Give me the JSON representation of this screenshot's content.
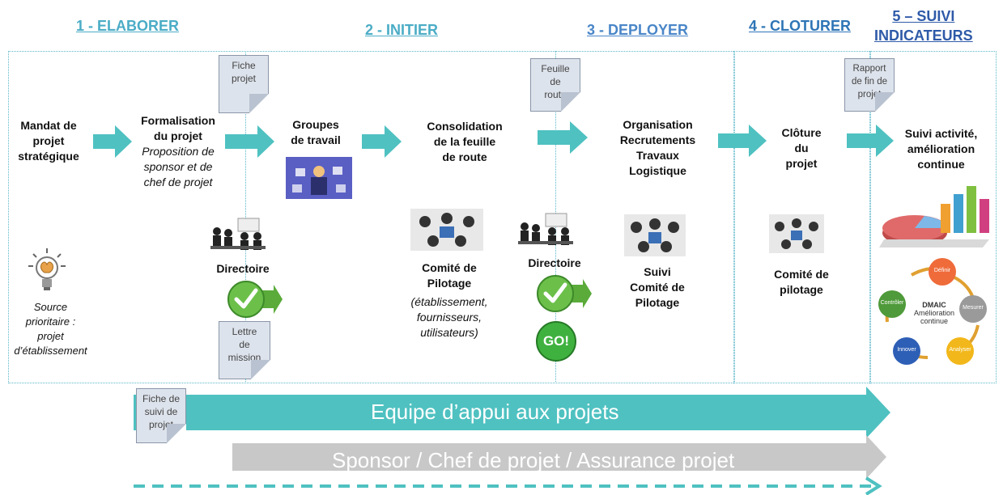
{
  "phases": [
    {
      "label": "1 - ELABORER",
      "color": "#4bacc6"
    },
    {
      "label": "2 - INITIER",
      "color": "#4bacc6"
    },
    {
      "label": "3 - DEPLOYER",
      "color": "#4a86c8"
    },
    {
      "label": "4 - CLOTURER",
      "color": "#2e75b6"
    },
    {
      "label_line1": "5 – SUIVI",
      "label_line2": "INDICATEURS",
      "color": "#2e5aa8"
    }
  ],
  "steps": {
    "mandat": [
      "Mandat de",
      "projet",
      "stratégique"
    ],
    "formalisation_bold": [
      "Formalisation",
      "du projet"
    ],
    "formalisation_italic": [
      "Proposition de",
      "sponsor et de",
      "chef de projet"
    ],
    "groupes": [
      "Groupes",
      "de travail"
    ],
    "consolidation": [
      "Consolidation",
      "de la feuille",
      "de route"
    ],
    "organisation": [
      "Organisation",
      "Recrutements",
      "Travaux",
      "Logistique"
    ],
    "cloture": [
      "Clôture",
      "du",
      "projet"
    ],
    "suivi": [
      "Suivi activité,",
      "amélioration",
      "continue"
    ]
  },
  "governance": {
    "directoire1": "Directoire",
    "comite1": [
      "Comité de",
      "Pilotage"
    ],
    "comite1_detail": [
      "(établissement,",
      "fournisseurs,",
      "utilisateurs)"
    ],
    "directoire2": "Directoire",
    "suivi_comite": [
      "Suivi",
      "Comité de",
      "Pilotage"
    ],
    "comite2": [
      "Comité de",
      "pilotage"
    ]
  },
  "source": [
    "Source",
    "prioritaire :",
    "projet",
    "d’établissement"
  ],
  "documents": {
    "fiche_projet": [
      "Fiche",
      "projet"
    ],
    "lettre_mission": [
      "Lettre",
      "de",
      "mission"
    ],
    "feuille_route": [
      "Feuille",
      "de",
      "route"
    ],
    "rapport_fin": [
      "Rapport",
      "de fin de",
      "projet"
    ],
    "fiche_suivi": [
      "Fiche de",
      "suivi de",
      "projet"
    ]
  },
  "dmaic": {
    "center": [
      "DMAIC",
      "Amélioration",
      "continue"
    ],
    "nodes": [
      "Définir",
      "Mesurer",
      "Analyser",
      "Innover",
      "Contrôler"
    ]
  },
  "go_label": "GO!",
  "bottom_bars": {
    "equipe": "Equipe d’appui aux projets",
    "sponsor": "Sponsor / Chef de projet / Assurance projet"
  },
  "colors": {
    "teal": "#4fc1c1",
    "grey": "#c8c8c8",
    "border": "#5ab7c8"
  }
}
